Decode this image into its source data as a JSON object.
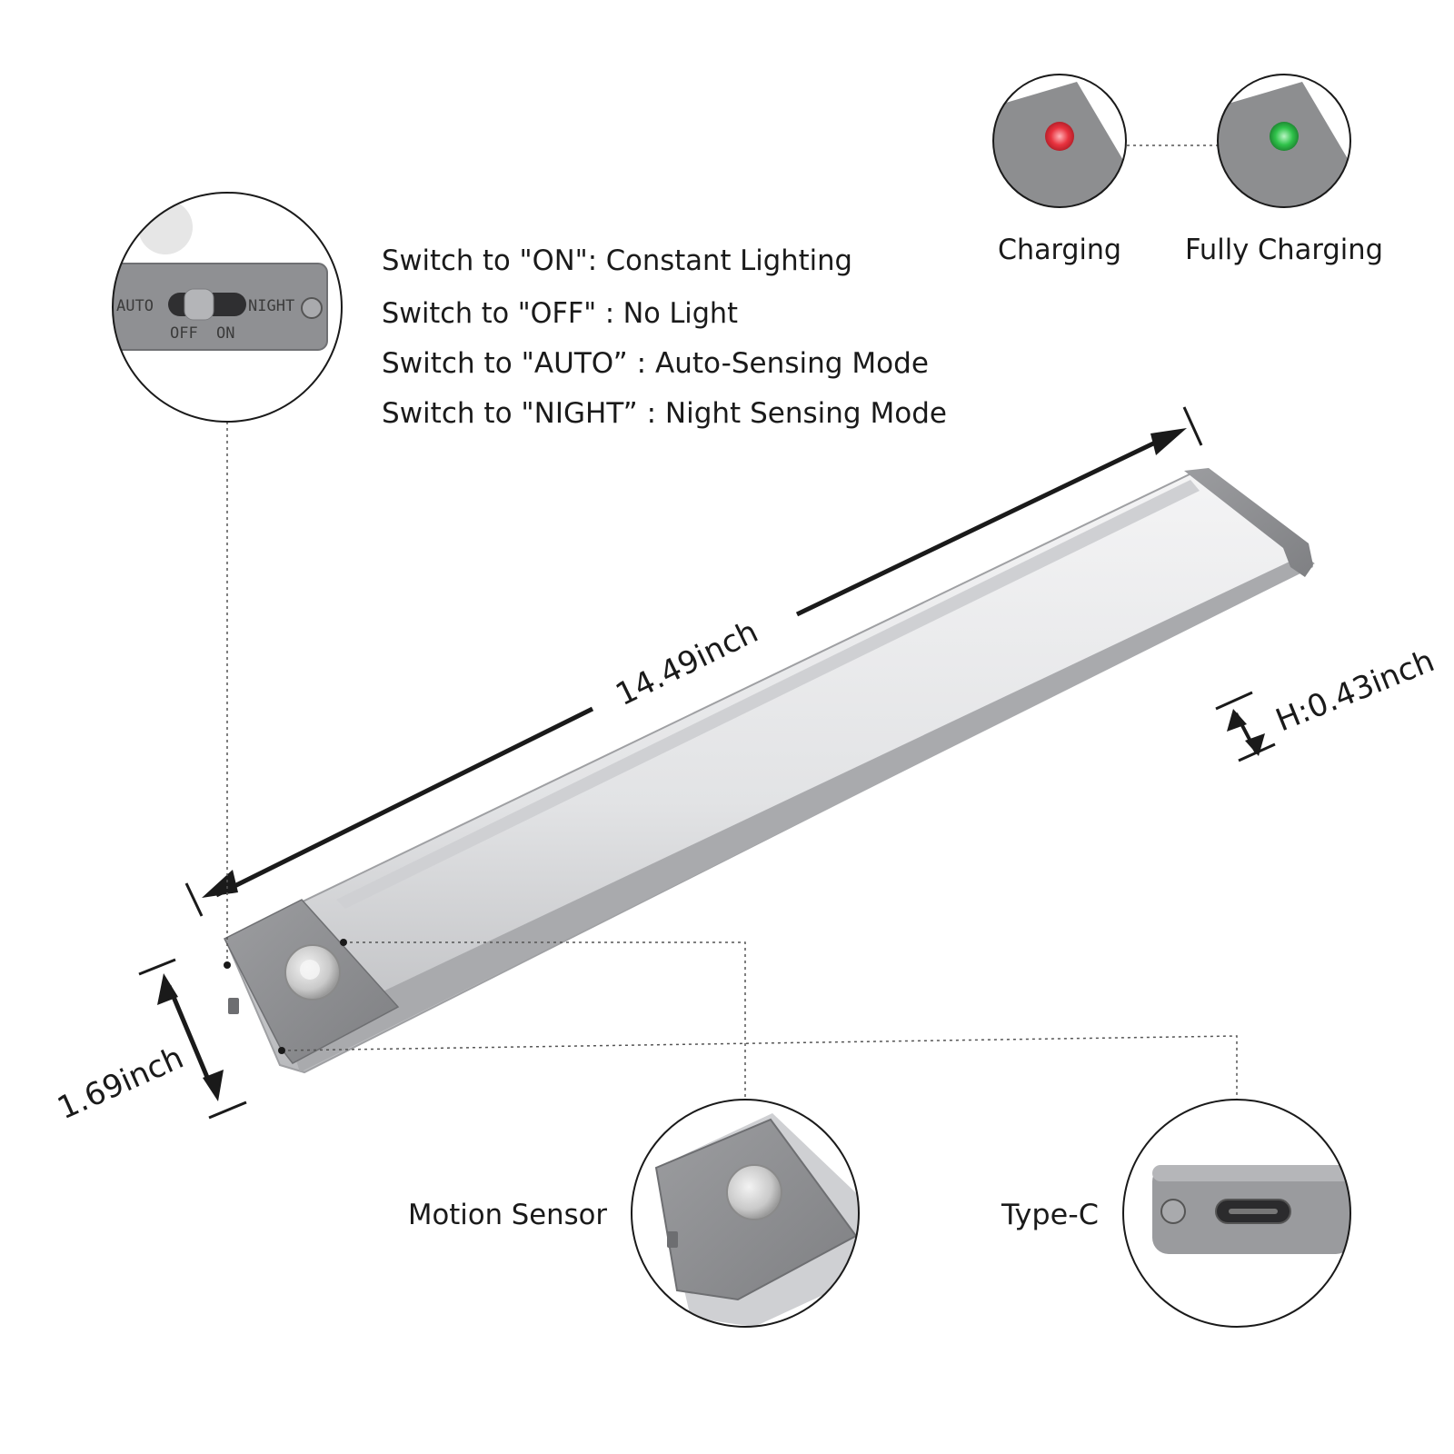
{
  "modes": [
    {
      "text": "Switch to \"ON\": Constant Lighting"
    },
    {
      "text": "Switch to \"OFF\" : No Light"
    },
    {
      "text": "Switch to \"AUTO”   : Auto-Sensing Mode"
    },
    {
      "text": "Switch to \"NIGHT”   : Night Sensing Mode"
    }
  ],
  "switch_labels": {
    "auto": "AUTO",
    "night": "NIGHT",
    "off": "OFF",
    "on": "ON"
  },
  "indicators": [
    {
      "label": "Charging",
      "led_color": "#e8333f"
    },
    {
      "label": "Fully Charging",
      "led_color": "#2fc24a"
    }
  ],
  "dimensions": {
    "length": "14.49inch",
    "width": "1.69inch",
    "height": "H:0.43inch"
  },
  "callouts": {
    "motion_sensor": "Motion Sensor",
    "type_c": "Type-C"
  },
  "colors": {
    "bar_silver": "#dedfe1",
    "endcap_gray": "#8d8e90",
    "line": "#1a1a1a"
  }
}
